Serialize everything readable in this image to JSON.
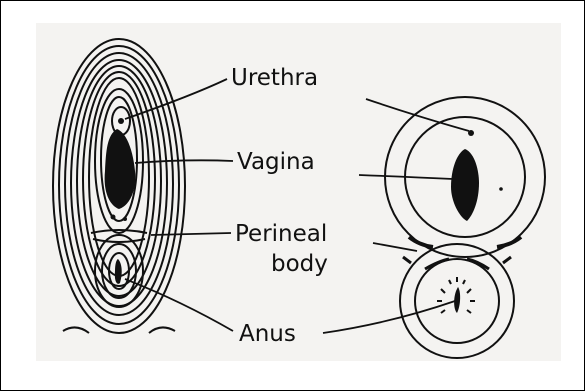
{
  "labels": {
    "urethra": "Urethra",
    "vagina": "Vagina",
    "perineal_line1": "Perineal",
    "perineal_line2": "body",
    "anus": "Anus"
  },
  "colors": {
    "ink": "#111111",
    "paper": "#f4f3f1",
    "border": "#000000"
  }
}
